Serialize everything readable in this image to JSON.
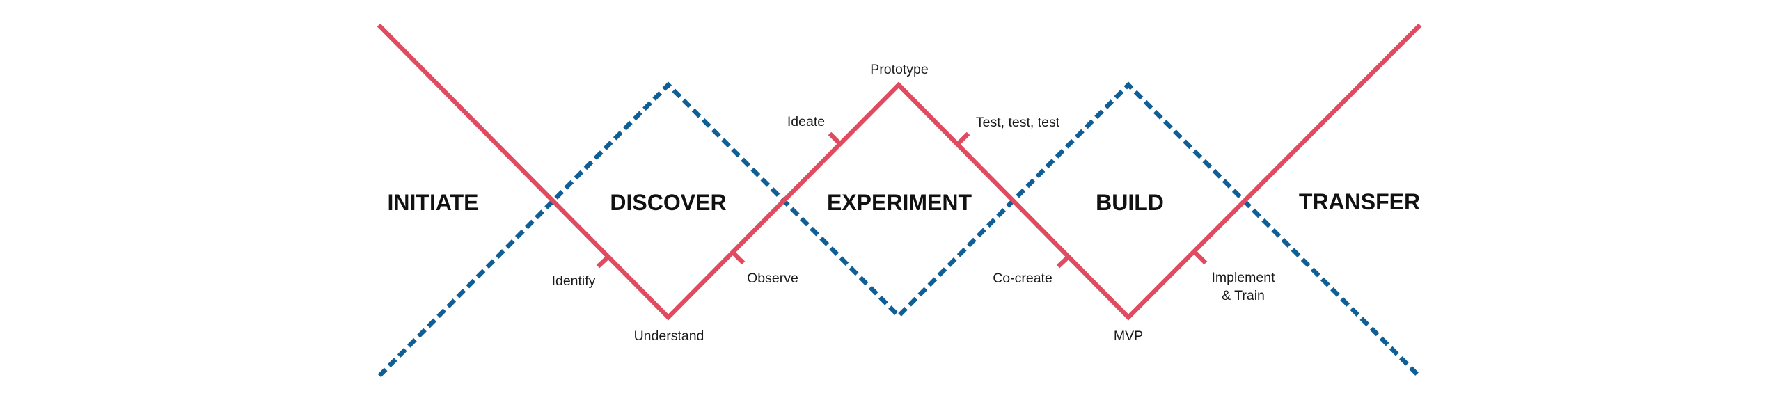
{
  "diagram": {
    "colors": {
      "solid_line": "#E04B60",
      "dashed_line": "#0F5E96",
      "text": "#111111"
    },
    "lines": {
      "solid": {
        "name": "delivery-path",
        "style": "solid",
        "color_key": "solid_line"
      },
      "dashed": {
        "name": "exploration-path",
        "style": "dashed",
        "color_key": "dashed_line"
      }
    },
    "phases": [
      {
        "id": "initiate",
        "label": "INITIATE"
      },
      {
        "id": "discover",
        "label": "DISCOVER"
      },
      {
        "id": "experiment",
        "label": "EXPERIMENT"
      },
      {
        "id": "build",
        "label": "BUILD"
      },
      {
        "id": "transfer",
        "label": "TRANSFER"
      }
    ],
    "steps": [
      {
        "id": "identify",
        "label": "Identify",
        "phase": "discover",
        "marker": "tick"
      },
      {
        "id": "understand",
        "label": "Understand",
        "phase": "discover",
        "marker": "vertex"
      },
      {
        "id": "observe",
        "label": "Observe",
        "phase": "discover",
        "marker": "tick"
      },
      {
        "id": "ideate",
        "label": "Ideate",
        "phase": "experiment",
        "marker": "tick"
      },
      {
        "id": "prototype",
        "label": "Prototype",
        "phase": "experiment",
        "marker": "vertex"
      },
      {
        "id": "test",
        "label": "Test, test, test",
        "phase": "experiment",
        "marker": "tick"
      },
      {
        "id": "co-create",
        "label": "Co-create",
        "phase": "build",
        "marker": "tick"
      },
      {
        "id": "mvp",
        "label": "MVP",
        "phase": "build",
        "marker": "vertex"
      },
      {
        "id": "implement",
        "label_lines": [
          "Implement",
          "& Train"
        ],
        "phase": "build",
        "marker": "tick"
      }
    ]
  }
}
